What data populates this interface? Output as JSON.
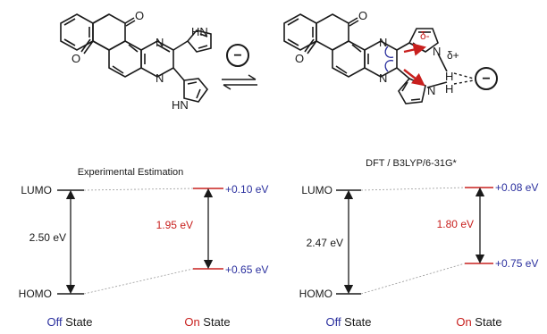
{
  "colors": {
    "black": "#1a1a1a",
    "red": "#c8201e",
    "blue": "#2a2f9e",
    "gray": "#9a9a9a"
  },
  "reaction": {
    "anion_symbol": "−",
    "delta_minus": "δ-",
    "delta_plus": "δ+",
    "atoms": {
      "O": "O",
      "N": "N",
      "HN": "HN",
      "H": "H"
    }
  },
  "left_panel": {
    "title": "Experimental Estimation",
    "lumo_label": "LUMO",
    "homo_label": "HOMO",
    "gap_off": "2.50 eV",
    "gap_on": "1.95 eV",
    "on_lumo": "+0.10 eV",
    "on_homo": "+0.65 eV",
    "off_state": {
      "word": "Off",
      "suffix": " State"
    },
    "on_state": {
      "word": "On",
      "suffix": " State"
    }
  },
  "right_panel": {
    "title": "DFT / B3LYP/6-31G*",
    "lumo_label": "LUMO",
    "homo_label": "HOMO",
    "gap_off": "2.47 eV",
    "gap_on": "1.80 eV",
    "on_lumo": "+0.08 eV",
    "on_homo": "+0.75 eV",
    "off_state": {
      "word": "Off",
      "suffix": " State"
    },
    "on_state": {
      "word": "On",
      "suffix": " State"
    }
  }
}
